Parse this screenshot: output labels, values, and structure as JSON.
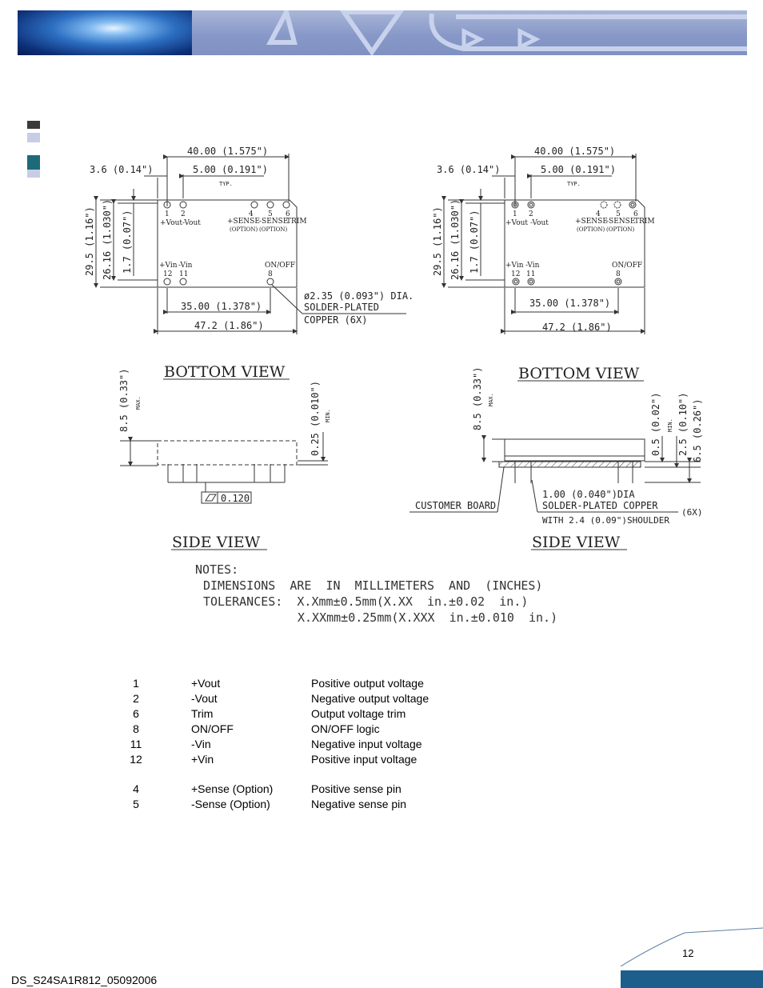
{
  "header": {
    "brand_colors": {
      "dark": "#0d2f78",
      "light": "#a9b6d8"
    }
  },
  "markers": [
    {
      "color": "#3a3a3a"
    },
    {
      "color": "#c8cde6"
    },
    {
      "color": "#1f6a78"
    },
    {
      "color": "#c8cde6"
    }
  ],
  "drawing": {
    "left": {
      "dim_top": "40.00  (1.575\")",
      "dim_pin_offset": "3.6  (0.14\")",
      "dim_pitch": "5.00  (0.191\")",
      "typ": "TYP.",
      "dim_height_total": "29.5  (1.16\")",
      "dim_height_pins": "26.16  (1.030\")",
      "dim_height_edge": "1.7  (0.07\")",
      "pins_top_numbers": [
        "1",
        "2",
        "4",
        "5",
        "6"
      ],
      "pin_vout": "+Vout",
      "pin_neg_vout": "-Vout",
      "pin_sense_pos": "+SENSE",
      "pin_sense_neg": "-SENSE",
      "pin_trim": "TRIM",
      "option_1": "(OPTION)",
      "option_2": "(OPTION)",
      "pin_vin": "+Vin",
      "pin_neg_vin": "-Vin",
      "pin_onoff": "ON/OFF",
      "pins_bottom_numbers": [
        "12",
        "11",
        "8"
      ],
      "dim_bottom_pitch": "35.00  (1.378\")",
      "dim_bottom_total": "47.2  (1.86\")",
      "callout_1": "ø2.35  (0.093\")  DIA.",
      "callout_2": "SOLDER-PLATED",
      "callout_3": "COPPER  (6X)",
      "bottom_view": "BOTTOM  VIEW",
      "side_height": "8.5  (0.33\")",
      "side_max": "MAX.",
      "side_clearance": "0.25  (0.010\")",
      "side_min": "MIN.",
      "flatness": "0.120",
      "side_view": "SIDE  VIEW"
    },
    "right": {
      "dim_top": "40.00  (1.575\")",
      "dim_pin_offset": "3.6  (0.14\")",
      "dim_pitch": "5.00  (0.191\")",
      "typ": "TYP.",
      "dim_height_total": "29.5  (1.16\")",
      "dim_height_pins": "26.16  (1.030\")",
      "dim_height_edge": "1.7  (0.07\")",
      "pins_top_numbers": [
        "1",
        "2",
        "4",
        "5",
        "6"
      ],
      "pin_vout": "+Vout",
      "pin_neg_vout": "-Vout",
      "pin_sense_pos": "+SENSE",
      "pin_sense_neg": "-SENSE",
      "pin_trim": "TRIM",
      "option_1": "(OPTION)",
      "option_2": "(OPTION)",
      "pin_vin": "+Vin",
      "pin_neg_vin": "-Vin",
      "pin_onoff": "ON/OFF",
      "pins_bottom_numbers": [
        "12",
        "11",
        "8"
      ],
      "dim_bottom_pitch": "35.00  (1.378\")",
      "dim_bottom_total": "47.2  (1.86\")",
      "bottom_view": "BOTTOM  VIEW",
      "side_height": "8.5  (0.33\")",
      "side_max": "MAX.",
      "side_d1": "0.5  (0.02\")",
      "side_min": "MIN.",
      "side_d2": "2.5  (0.10\")",
      "side_d3": "6.5  (0.26\")",
      "customer_board": "CUSTOMER  BOARD",
      "pin_note_1": "1.00  (0.040\")DIA",
      "pin_note_2": "SOLDER-PLATED  COPPER",
      "pin_note_3": "WITH  2.4  (0.09\")SHOULDER",
      "pin_note_count": "(6X)",
      "side_view": "SIDE  VIEW"
    }
  },
  "notes": {
    "title": "NOTES:",
    "line1": "DIMENSIONS  ARE  IN  MILLIMETERS  AND  (INCHES)",
    "line2": "TOLERANCES:  X.Xmm±0.5mm(X.XX  in.±0.02  in.)",
    "line3": "X.XXmm±0.25mm(X.XXX  in.±0.010  in.)"
  },
  "pins": [
    {
      "num": "1",
      "func": "+Vout",
      "desc": "Positive output voltage"
    },
    {
      "num": "2",
      "func": "-Vout",
      "desc": "Negative output voltage"
    },
    {
      "num": "6",
      "func": "Trim",
      "desc": "Output voltage trim"
    },
    {
      "num": "8",
      "func": "ON/OFF",
      "desc": "ON/OFF logic"
    },
    {
      "num": "11",
      "func": "-Vin",
      "desc": "Negative input voltage"
    },
    {
      "num": "12",
      "func": "+Vin",
      "desc": "Positive input voltage"
    },
    {
      "num": "4",
      "func": "+Sense (Option)",
      "desc": "Positive sense pin"
    },
    {
      "num": "5",
      "func": "-Sense  (Option)",
      "desc": "Negative sense pin"
    }
  ],
  "footer": {
    "doc_id": "DS_S24SA1R812_05092006",
    "page": "12",
    "bar_color": "#1d5e8c"
  }
}
